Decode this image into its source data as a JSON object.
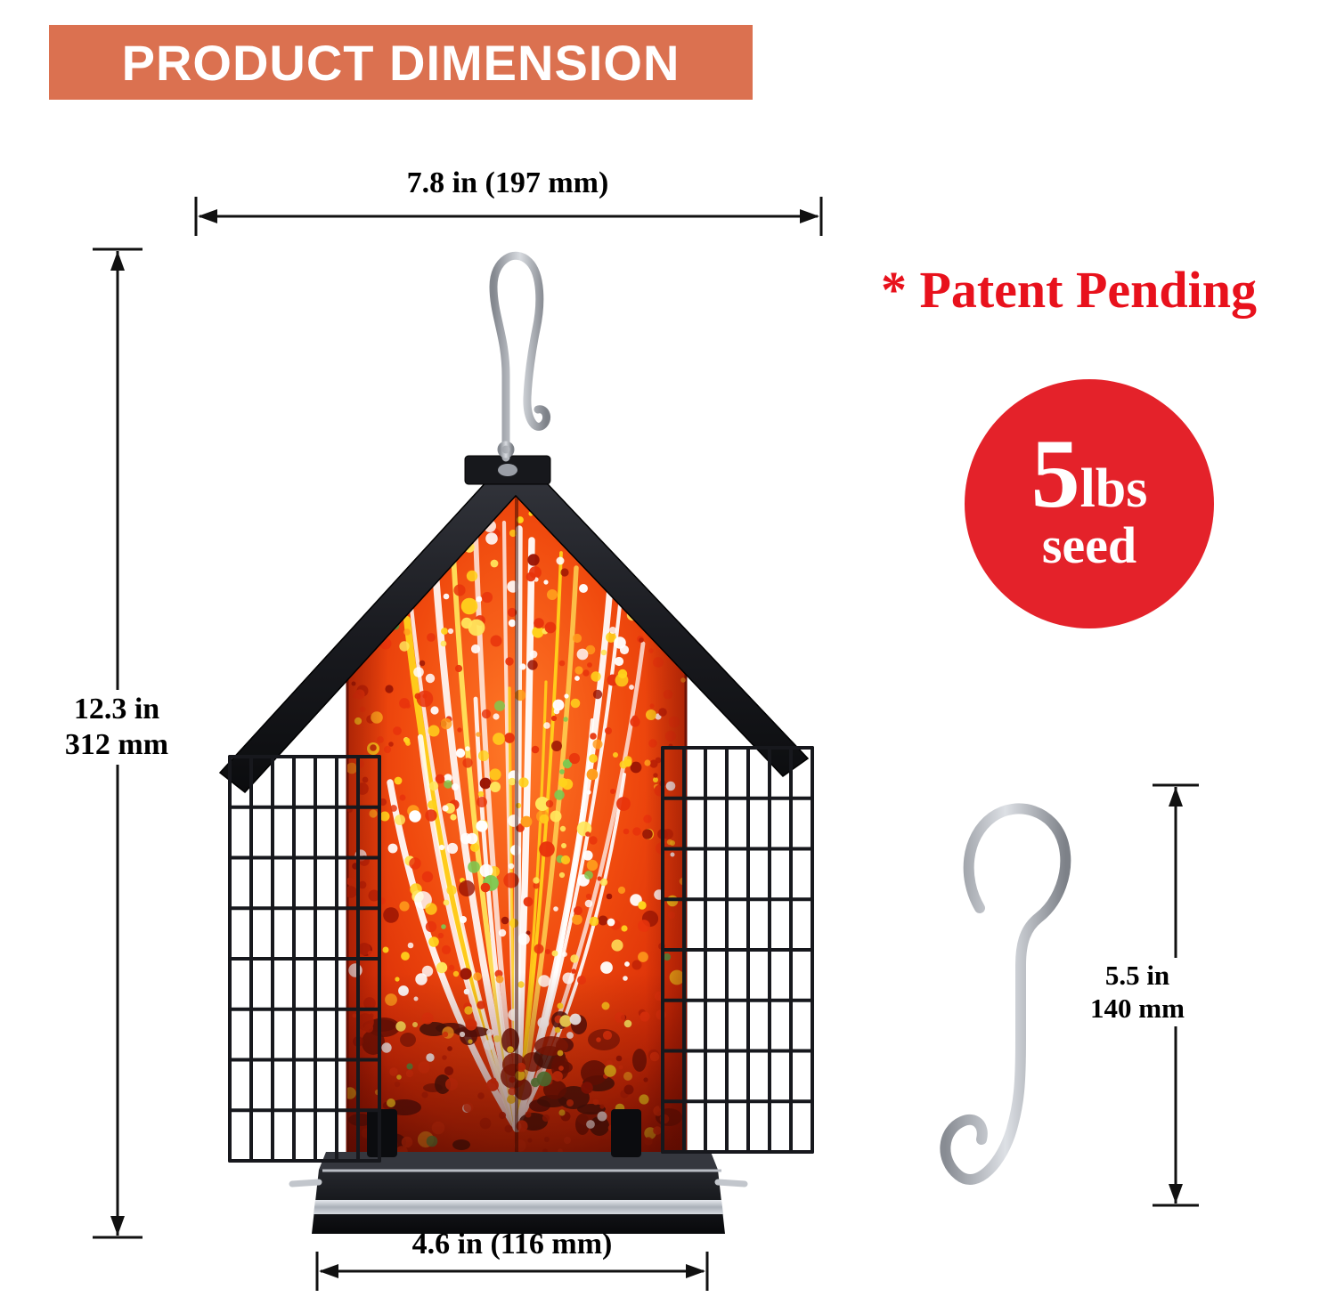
{
  "banner": {
    "title": "PRODUCT DIMENSION"
  },
  "patent_note": "* Patent Pending",
  "capacity_badge": {
    "number": "5",
    "unit": "lbs",
    "word": "seed"
  },
  "dimensions": {
    "feeder_width": "7.8 in (197 mm)",
    "feeder_height": {
      "inches": "12.3 in",
      "mm": "312 mm"
    },
    "tray_width": "4.6 in (116 mm)",
    "hook_length": {
      "inches": "5.5 in",
      "mm": "140 mm"
    }
  },
  "colors": {
    "banner_bg": "#DB7150",
    "patent_red": "#E8111C",
    "badge_red": "#E4222A"
  }
}
